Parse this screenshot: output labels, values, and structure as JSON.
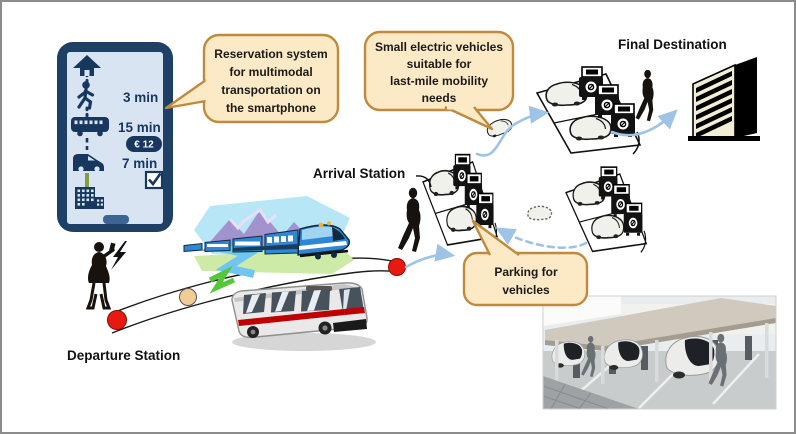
{
  "colors": {
    "navy": "#17375E",
    "phone_body": "#1F4066",
    "phone_screen": "#D9E4F2",
    "bubble_fill": "#FCE9C5",
    "bubble_border": "#C08A3E",
    "arrow_blue": "#9DC3E6",
    "dot_red": "#E8190F",
    "dot_tan": "#F2CC95",
    "stripe_red": "#C00000",
    "olive": "#7E9E3F"
  },
  "phone": {
    "walk_time": "3 min",
    "bus_time": "15 min",
    "price": "€ 12",
    "car_time": "7 min",
    "icons": [
      "home-icon",
      "walk-icon",
      "bus-icon",
      "price-ticket-badge",
      "car-icon",
      "checkbox-checked-icon",
      "office-building-icon"
    ]
  },
  "callouts": {
    "reservation": {
      "lines": [
        "Reservation system",
        "for multimodal",
        "transportation on",
        "the smartphone"
      ]
    },
    "small_vehicles": {
      "lines": [
        "Small electric vehicles",
        "suitable for",
        "last-mile mobility",
        "needs"
      ]
    },
    "parking": {
      "lines": [
        "Parking for",
        "vehicles"
      ]
    }
  },
  "labels": {
    "departure": "Departure Station",
    "arrival": "Arrival Station",
    "final": "Final Destination"
  },
  "scene_icons": [
    "smartphone-itinerary",
    "train-clipart",
    "bus-clipart",
    "departure-person",
    "arrival-walking-person",
    "final-walking-person",
    "lightning-bolt-icon",
    "parking-lot-with-charging-stations",
    "small-electric-pod-vehicle",
    "office-tower-icon",
    "parking-canopy-photo"
  ]
}
